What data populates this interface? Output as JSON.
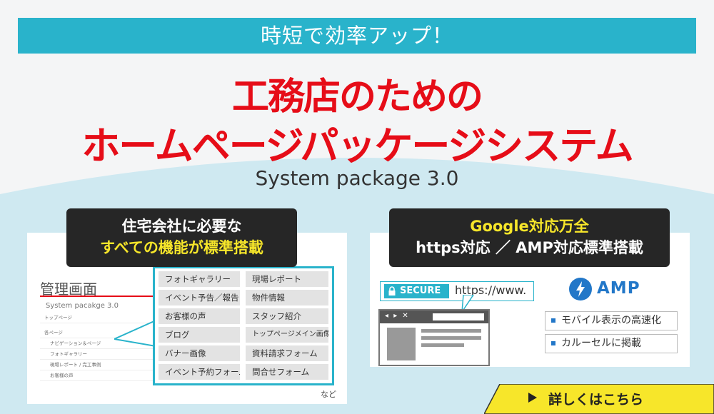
{
  "banner": {
    "text": "時短で効率アップ！"
  },
  "headline": {
    "line1": "工務店のための",
    "line2": "ホームページパッケージシステム",
    "subtitle": "System package 3.0"
  },
  "left_card": {
    "label_line1": "住宅会社に必要な",
    "label_line2": "すべての機能が標準搭載",
    "admin_title": "管理画面",
    "admin_package": "System pacakge 3.0",
    "admin_menu": [
      {
        "label": "トップページ",
        "chev": "‹"
      },
      {
        "label": "各ページ",
        "chev": "^"
      },
      {
        "label": "ナビゲーション＆ページ"
      },
      {
        "label": "フォトギャラリー"
      },
      {
        "label": "現場レポート / 完工事例"
      },
      {
        "label": "お客様の声"
      }
    ],
    "features": [
      "フォトギャラリー",
      "現場レポート",
      "イベント予告／報告",
      "物件情報",
      "お客様の声",
      "スタッフ紹介",
      "ブログ",
      "トップページメイン画像",
      "バナー画像",
      "資料請求フォーム",
      "イベント予約フォーム",
      "問合せフォーム"
    ],
    "etc": "など"
  },
  "right_card": {
    "label_line1": "Google対応万全",
    "label_line2": "https対応 ／ AMP対応標準搭載",
    "secure_badge": "SECURE",
    "url": "https://www.",
    "amp_label": "AMP",
    "amp_points": [
      "モバイル表示の高速化",
      "カルーセルに掲載"
    ],
    "browser_buttons": "◂ ▸ ✕"
  },
  "cta": {
    "label": "詳しくはこちら"
  },
  "colors": {
    "accent": "#29b3cb",
    "title_red": "#e60d18",
    "cta_yellow": "#f7e62a",
    "amp_blue": "#2277c8"
  }
}
